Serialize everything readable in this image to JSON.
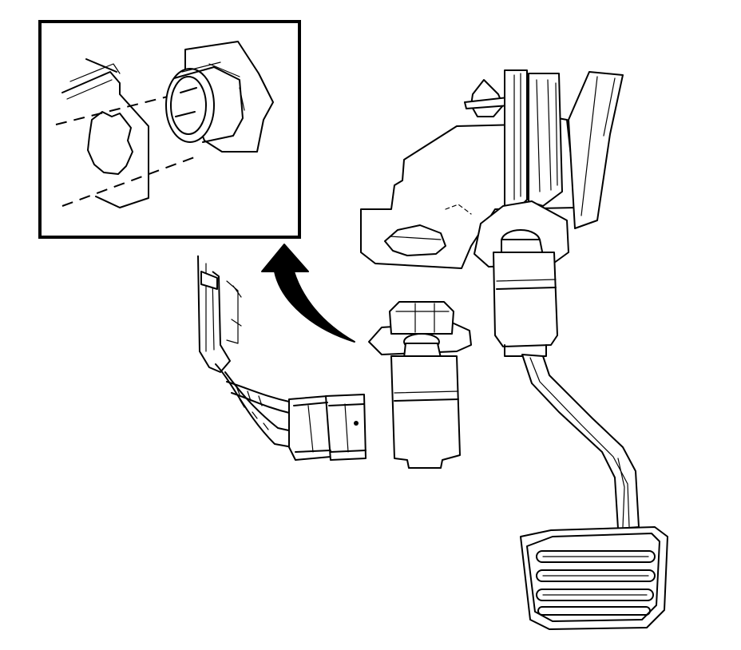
{
  "diagram": {
    "colors": {
      "line": "#000000",
      "background": "#ffffff",
      "arrow": "#000000"
    },
    "parts": [
      {
        "name": "pedal-bracket",
        "icon": "bracket-icon"
      },
      {
        "name": "accelerator-pedal",
        "icon": "pedal-icon"
      },
      {
        "name": "pedal-position-sensor",
        "icon": "sensor-icon"
      },
      {
        "name": "wiring-harness-connector",
        "icon": "connector-icon"
      },
      {
        "name": "removal-direction-arrow",
        "icon": "curved-arrow-icon"
      },
      {
        "name": "detail-inset-view",
        "icon": "magnifier-inset-icon"
      }
    ]
  }
}
